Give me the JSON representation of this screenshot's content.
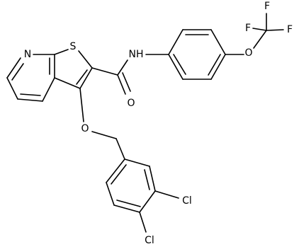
{
  "molecule": {
    "atoms": {
      "n_pyridine": "N",
      "s_thiophene": "S",
      "nh_amide": "NH",
      "o_carbonyl": "O",
      "o_ether": "O",
      "o_ocf3": "O",
      "f_1": "F",
      "f_2": "F",
      "f_3": "F",
      "cl_3": "Cl",
      "cl_4": "Cl"
    }
  }
}
